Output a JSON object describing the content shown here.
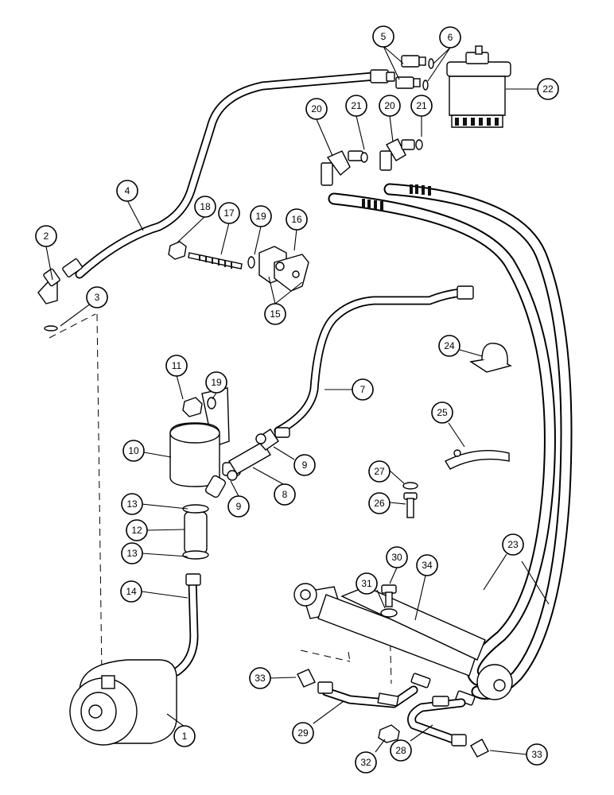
{
  "callouts": [
    {
      "id": "c1",
      "label": "1"
    },
    {
      "id": "c2",
      "label": "2"
    },
    {
      "id": "c3",
      "label": "3"
    },
    {
      "id": "c4",
      "label": "4"
    },
    {
      "id": "c5",
      "label": "5"
    },
    {
      "id": "c6",
      "label": "6"
    },
    {
      "id": "c7",
      "label": "7"
    },
    {
      "id": "c8",
      "label": "8"
    },
    {
      "id": "c9a",
      "label": "9"
    },
    {
      "id": "c9b",
      "label": "9"
    },
    {
      "id": "c10",
      "label": "10"
    },
    {
      "id": "c11",
      "label": "11"
    },
    {
      "id": "c12",
      "label": "12"
    },
    {
      "id": "c13a",
      "label": "13"
    },
    {
      "id": "c13b",
      "label": "13"
    },
    {
      "id": "c14",
      "label": "14"
    },
    {
      "id": "c15",
      "label": "15"
    },
    {
      "id": "c16",
      "label": "16"
    },
    {
      "id": "c17",
      "label": "17"
    },
    {
      "id": "c18",
      "label": "18"
    },
    {
      "id": "c19a",
      "label": "19"
    },
    {
      "id": "c19b",
      "label": "19"
    },
    {
      "id": "c20a",
      "label": "20"
    },
    {
      "id": "c20b",
      "label": "20"
    },
    {
      "id": "c21a",
      "label": "21"
    },
    {
      "id": "c21b",
      "label": "21"
    },
    {
      "id": "c22",
      "label": "22"
    },
    {
      "id": "c23",
      "label": "23"
    },
    {
      "id": "c24",
      "label": "24"
    },
    {
      "id": "c25",
      "label": "25"
    },
    {
      "id": "c26",
      "label": "26"
    },
    {
      "id": "c27",
      "label": "27"
    },
    {
      "id": "c28",
      "label": "28"
    },
    {
      "id": "c29",
      "label": "29"
    },
    {
      "id": "c30",
      "label": "30"
    },
    {
      "id": "c31",
      "label": "31"
    },
    {
      "id": "c32",
      "label": "32"
    },
    {
      "id": "c33a",
      "label": "33"
    },
    {
      "id": "c33b",
      "label": "33"
    },
    {
      "id": "c34",
      "label": "34"
    }
  ]
}
